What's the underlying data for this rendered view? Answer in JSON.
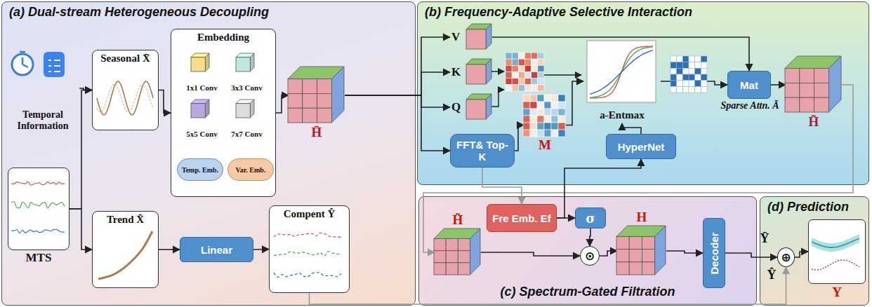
{
  "diagram": {
    "nodes": [
      {
        "text": [
          "(a) Dual-stream Heterogeneous Decoupling"
        ]
      },
      {
        "text": [
          "Temporal Information"
        ],
        "in": 0
      },
      {
        "text": [
          "MTS"
        ],
        "in": 0
      },
      {
        "text": [
          "Seasonal X̄"
        ],
        "in": 0
      },
      {
        "text": [
          "Trend X̂"
        ],
        "in": 0
      },
      {
        "text": [
          "Embedding"
        ],
        "in": 0
      },
      {
        "text": [
          "1x1 Conv"
        ],
        "in": 5
      },
      {
        "text": [
          "3x3 Conv"
        ],
        "in": 5
      },
      {
        "text": [
          "5x5 Conv"
        ],
        "in": 5
      },
      {
        "text": [
          "7x7 Conv"
        ],
        "in": 5
      },
      {
        "text": [
          "Temp. Emb."
        ],
        "in": 5
      },
      {
        "text": [
          "Var. Emb."
        ],
        "in": 5
      },
      {
        "text": [
          "H̄"
        ],
        "in": 0
      },
      {
        "text": [
          "Linear"
        ],
        "in": 0
      },
      {
        "text": [
          "Compent Ŷ"
        ],
        "in": 0
      },
      {
        "text": [
          "(b) Frequency-Adaptive Selective Interaction"
        ]
      },
      {
        "text": [
          "V"
        ],
        "in": 15
      },
      {
        "text": [
          "K"
        ],
        "in": 15
      },
      {
        "text": [
          "Q"
        ],
        "in": 15
      },
      {
        "text": [
          "FFT& Top-K"
        ],
        "in": 15
      },
      {
        "text": [
          "M"
        ],
        "in": 15
      },
      {
        "text": [
          "a-Entmax"
        ],
        "in": 15
      },
      {
        "text": [
          "HyperNet"
        ],
        "in": 15
      },
      {
        "text": [
          "Mat"
        ],
        "in": 15
      },
      {
        "text": [
          "H̃"
        ],
        "in": 15
      },
      {
        "text": [
          "(c) Spectrum-Gated Filtration"
        ]
      },
      {
        "text": [
          "H̃"
        ],
        "in": 25
      },
      {
        "text": [
          "Fre Emb. Ef"
        ],
        "in": 25
      },
      {
        "text": [
          "σ"
        ],
        "in": 25
      },
      {
        "text": [
          "⊙"
        ],
        "in": 25
      },
      {
        "text": [
          "H"
        ],
        "in": 25
      },
      {
        "text": [
          "Decoder"
        ],
        "in": 25
      },
      {
        "text": [
          "(d) Prediction"
        ]
      },
      {
        "text": [
          "⊕"
        ],
        "in": 32
      },
      {
        "text": [
          "Y"
        ],
        "in": 32
      }
    ],
    "edges": [
      {
        "from": 1,
        "to": 3,
        "arrow": "to"
      },
      {
        "from": 2,
        "to": 3,
        "arrow": "to"
      },
      {
        "from": 2,
        "to": 4,
        "arrow": "to"
      },
      {
        "from": 3,
        "to": 5,
        "arrow": "to"
      },
      {
        "from": 5,
        "to": 12,
        "arrow": "to"
      },
      {
        "from": 4,
        "to": 13,
        "arrow": "to"
      },
      {
        "from": 13,
        "to": 14,
        "arrow": "to"
      },
      {
        "from": 12,
        "to": 16,
        "arrow": "to"
      },
      {
        "from": 12,
        "to": 17,
        "arrow": "to"
      },
      {
        "from": 12,
        "to": 18,
        "arrow": "to"
      },
      {
        "from": 12,
        "to": 19,
        "arrow": "to"
      },
      {
        "from": 19,
        "to": 20,
        "arrow": "to"
      },
      {
        "from": 20,
        "to": 21,
        "arrow": "to"
      },
      {
        "from": 22,
        "to": 21,
        "arrow": "to"
      },
      {
        "from": 21,
        "to": 23,
        "arrow": "to"
      },
      {
        "from": 16,
        "to": 23,
        "arrow": "to"
      },
      {
        "from": 23,
        "to": 24,
        "arrow": "to"
      },
      {
        "from": 19,
        "to": 27,
        "arrow": "to"
      },
      {
        "from": 24,
        "to": 26,
        "arrow": "to"
      },
      {
        "from": 27,
        "to": 22,
        "arrow": "to"
      },
      {
        "from": 27,
        "to": 28,
        "arrow": "to"
      },
      {
        "from": 28,
        "to": 29,
        "arrow": "to"
      },
      {
        "from": 26,
        "to": 29,
        "arrow": "to"
      },
      {
        "from": 29,
        "to": 30,
        "arrow": "to"
      },
      {
        "from": 30,
        "to": 31,
        "arrow": "to"
      },
      {
        "from": 31,
        "to": 33,
        "arrow": "to"
      },
      {
        "from": 14,
        "to": 33,
        "arrow": "to"
      },
      {
        "from": 33,
        "to": 34,
        "arrow": "to"
      }
    ],
    "labels": [
      "Sparse Attn. Ā",
      "Ŷ",
      "Ȳ"
    ]
  }
}
